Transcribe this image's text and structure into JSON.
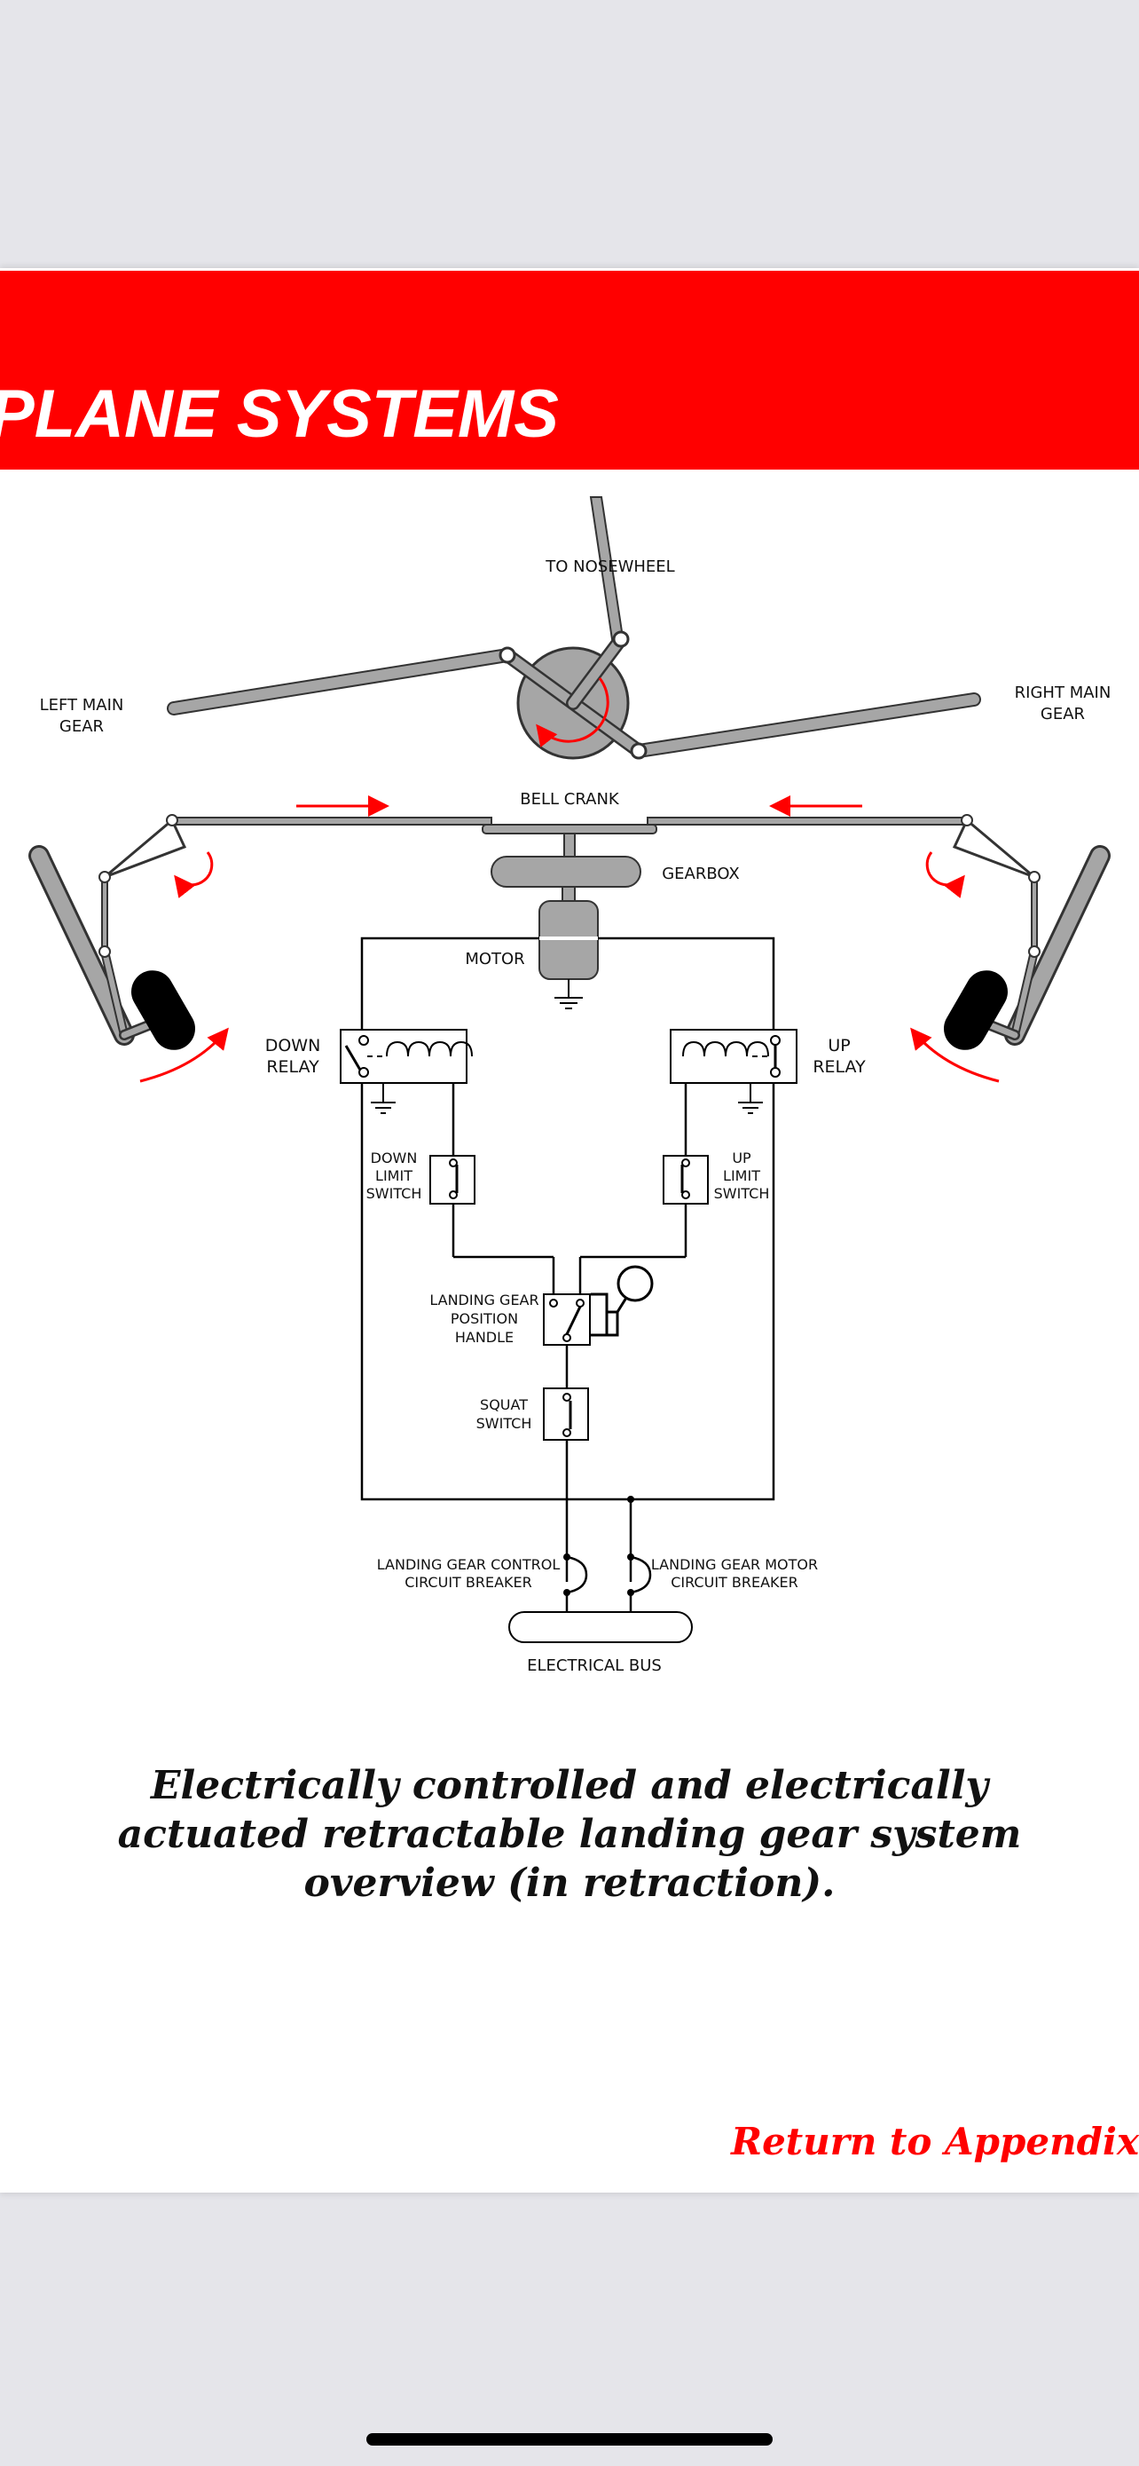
{
  "header": {
    "title": "PLANE SYSTEMS"
  },
  "diagram": {
    "labels": {
      "to_nosewheel": "TO NOSEWHEEL",
      "left_main_gear_1": "LEFT MAIN",
      "left_main_gear_2": "GEAR",
      "right_main_gear_1": "RIGHT MAIN",
      "right_main_gear_2": "GEAR",
      "bell_crank": "BELL CRANK",
      "gearbox": "GEARBOX",
      "motor": "MOTOR",
      "down_relay_1": "DOWN",
      "down_relay_2": "RELAY",
      "up_relay_1": "UP",
      "up_relay_2": "RELAY",
      "down_limit_1": "DOWN",
      "down_limit_2": "LIMIT",
      "down_limit_3": "SWITCH",
      "up_limit_1": "UP",
      "up_limit_2": "LIMIT",
      "up_limit_3": "SWITCH",
      "handle_1": "LANDING GEAR",
      "handle_2": "POSITION",
      "handle_3": "HANDLE",
      "squat_1": "SQUAT",
      "squat_2": "SWITCH",
      "ctrl_cb_1": "LANDING GEAR CONTROL",
      "ctrl_cb_2": "CIRCUIT BREAKER",
      "motor_cb_1": "LANDING GEAR MOTOR",
      "motor_cb_2": "CIRCUIT BREAKER",
      "electrical_bus": "ELECTRICAL BUS"
    }
  },
  "caption": "Electrically controlled and electrically actuated retractable landing gear system overview (in retraction).",
  "return_link": "Return to Appendix",
  "colors": {
    "banner": "#ff0000",
    "gear_gray": "#a6a6a6",
    "arrow_red": "#ff0000",
    "background": "#e5e5ea"
  }
}
